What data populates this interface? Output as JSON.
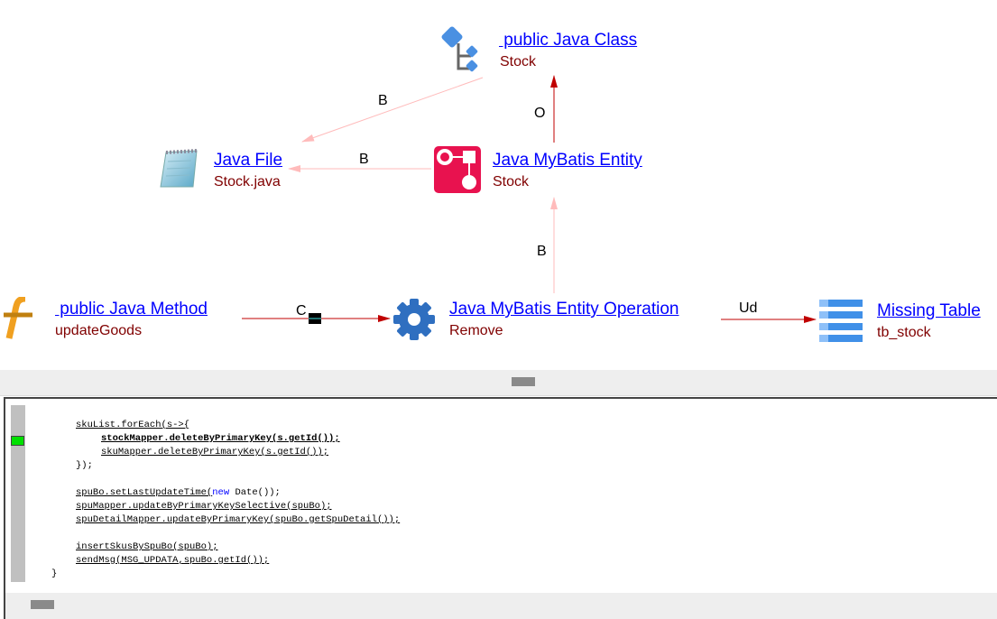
{
  "nodes": {
    "java_class": {
      "title": " public Java Class",
      "subtitle": "Stock"
    },
    "java_file": {
      "title": "Java File",
      "subtitle": "Stock.java"
    },
    "mybatis_entity": {
      "title": "Java MyBatis Entity",
      "subtitle": "Stock"
    },
    "java_method": {
      "title": " public Java Method",
      "subtitle": "updateGoods"
    },
    "entity_operation": {
      "title": "Java MyBatis Entity Operation",
      "subtitle": "Remove"
    },
    "missing_table": {
      "title": "Missing Table",
      "subtitle": "tb_stock"
    }
  },
  "edges": {
    "class_to_file": "B",
    "entity_to_file": "B",
    "entity_to_class": "O",
    "operation_to_entity": "B",
    "method_to_operation": "C",
    "operation_to_table": "Ud"
  },
  "colors": {
    "link": "#0000ff",
    "subtitle": "#800000",
    "edge_strong": "#c00000",
    "edge_weak": "#ffbbbb",
    "highlight_marker": "#00e000"
  },
  "code": {
    "lines": [
      "skuList.forEach(s->{",
      "stockMapper.deleteByPrimaryKey(s.getId());",
      "skuMapper.deleteByPrimaryKey(s.getId());",
      "});",
      "spuBo.setLastUpdateTime(",
      "new",
      " Date());",
      "spuMapper.updateByPrimaryKeySelective(spuBo);",
      "spuDetailMapper.updateByPrimaryKey(spuBo.getSpuDetail());",
      "insertSkusBySpuBo(spuBo);",
      "sendMsg(MSG_UPDATA,spuBo.getId());",
      "}"
    ]
  }
}
